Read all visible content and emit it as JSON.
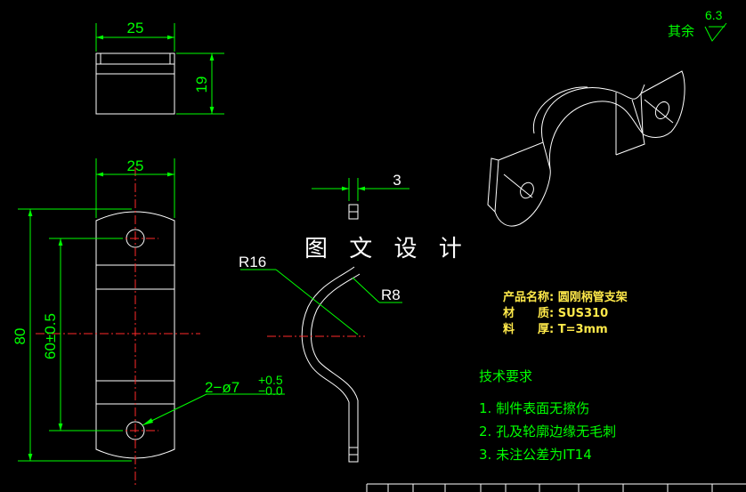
{
  "drawing": {
    "watermark": "图 文 设 计",
    "roughness": {
      "label": "其余",
      "value": "6.3"
    },
    "dimensions": {
      "top_width": "25",
      "top_height": "19",
      "front_width": "25",
      "overall_height": "80",
      "hole_spacing": "60±0.5",
      "hole_callout": "2−ø7",
      "hole_tol_upper": "+0.5",
      "hole_tol_lower": "−0.0",
      "thickness": "3",
      "radius_large": "R16",
      "radius_small": "R8"
    },
    "product": {
      "name": "产品名称: 圆刚柄管支架",
      "material": "材　　质: SUS310",
      "thickness": "料　　厚: T=3mm"
    },
    "requirements": {
      "title": "技术要求",
      "items": [
        "1. 制件表面无擦伤",
        "2. 孔及轮廓边缘无毛刺",
        "3. 未注公差为IT14"
      ]
    }
  }
}
